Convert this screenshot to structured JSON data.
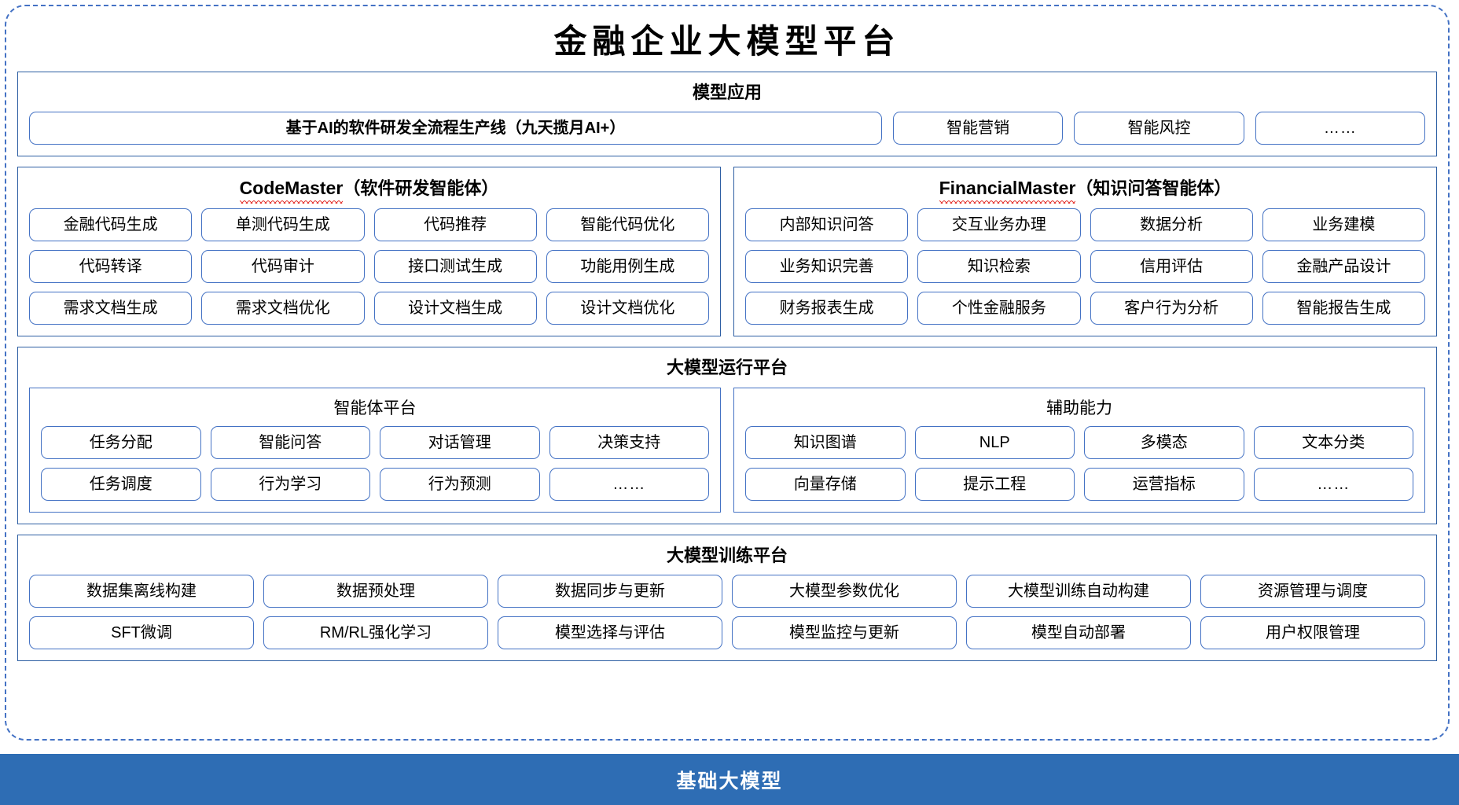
{
  "title": "金融企业大模型平台",
  "colors": {
    "accent_blue": "#4472C4",
    "panel_border": "#2E5FA3",
    "base_bar": "#2E6DB4",
    "spellcheck_red": "#E53935"
  },
  "model_application": {
    "heading": "模型应用",
    "wide_item": "基于AI的软件研发全流程生产线（九天揽月AI+）",
    "items": [
      "智能营销",
      "智能风控",
      "……"
    ]
  },
  "agents": [
    {
      "name_en": "CodeMaster",
      "name_cn": "（软件研发智能体）",
      "rows": [
        [
          "金融代码生成",
          "单测代码生成",
          "代码推荐",
          "智能代码优化"
        ],
        [
          "代码转译",
          "代码审计",
          "接口测试生成",
          "功能用例生成"
        ],
        [
          "需求文档生成",
          "需求文档优化",
          "设计文档生成",
          "设计文档优化"
        ]
      ]
    },
    {
      "name_en": "FinancialMaster",
      "name_cn": "（知识问答智能体）",
      "rows": [
        [
          "内部知识问答",
          "交互业务办理",
          "数据分析",
          "业务建模"
        ],
        [
          "业务知识完善",
          "知识检索",
          "信用评估",
          "金融产品设计"
        ],
        [
          "财务报表生成",
          "个性金融服务",
          "客户行为分析",
          "智能报告生成"
        ]
      ]
    }
  ],
  "runtime_platform": {
    "heading": "大模型运行平台",
    "subpanels": [
      {
        "title": "智能体平台",
        "rows": [
          [
            "任务分配",
            "智能问答",
            "对话管理",
            "决策支持"
          ],
          [
            "任务调度",
            "行为学习",
            "行为预测",
            "……"
          ]
        ]
      },
      {
        "title": "辅助能力",
        "rows": [
          [
            "知识图谱",
            "NLP",
            "多模态",
            "文本分类"
          ],
          [
            "向量存储",
            "提示工程",
            "运营指标",
            "……"
          ]
        ]
      }
    ]
  },
  "training_platform": {
    "heading": "大模型训练平台",
    "rows": [
      [
        "数据集离线构建",
        "数据预处理",
        "数据同步与更新",
        "大模型参数优化",
        "大模型训练自动构建",
        "资源管理与调度"
      ],
      [
        "SFT微调",
        "RM/RL强化学习",
        "模型选择与评估",
        "模型监控与更新",
        "模型自动部署",
        "用户权限管理"
      ]
    ]
  },
  "base_model": {
    "label": "基础大模型"
  }
}
